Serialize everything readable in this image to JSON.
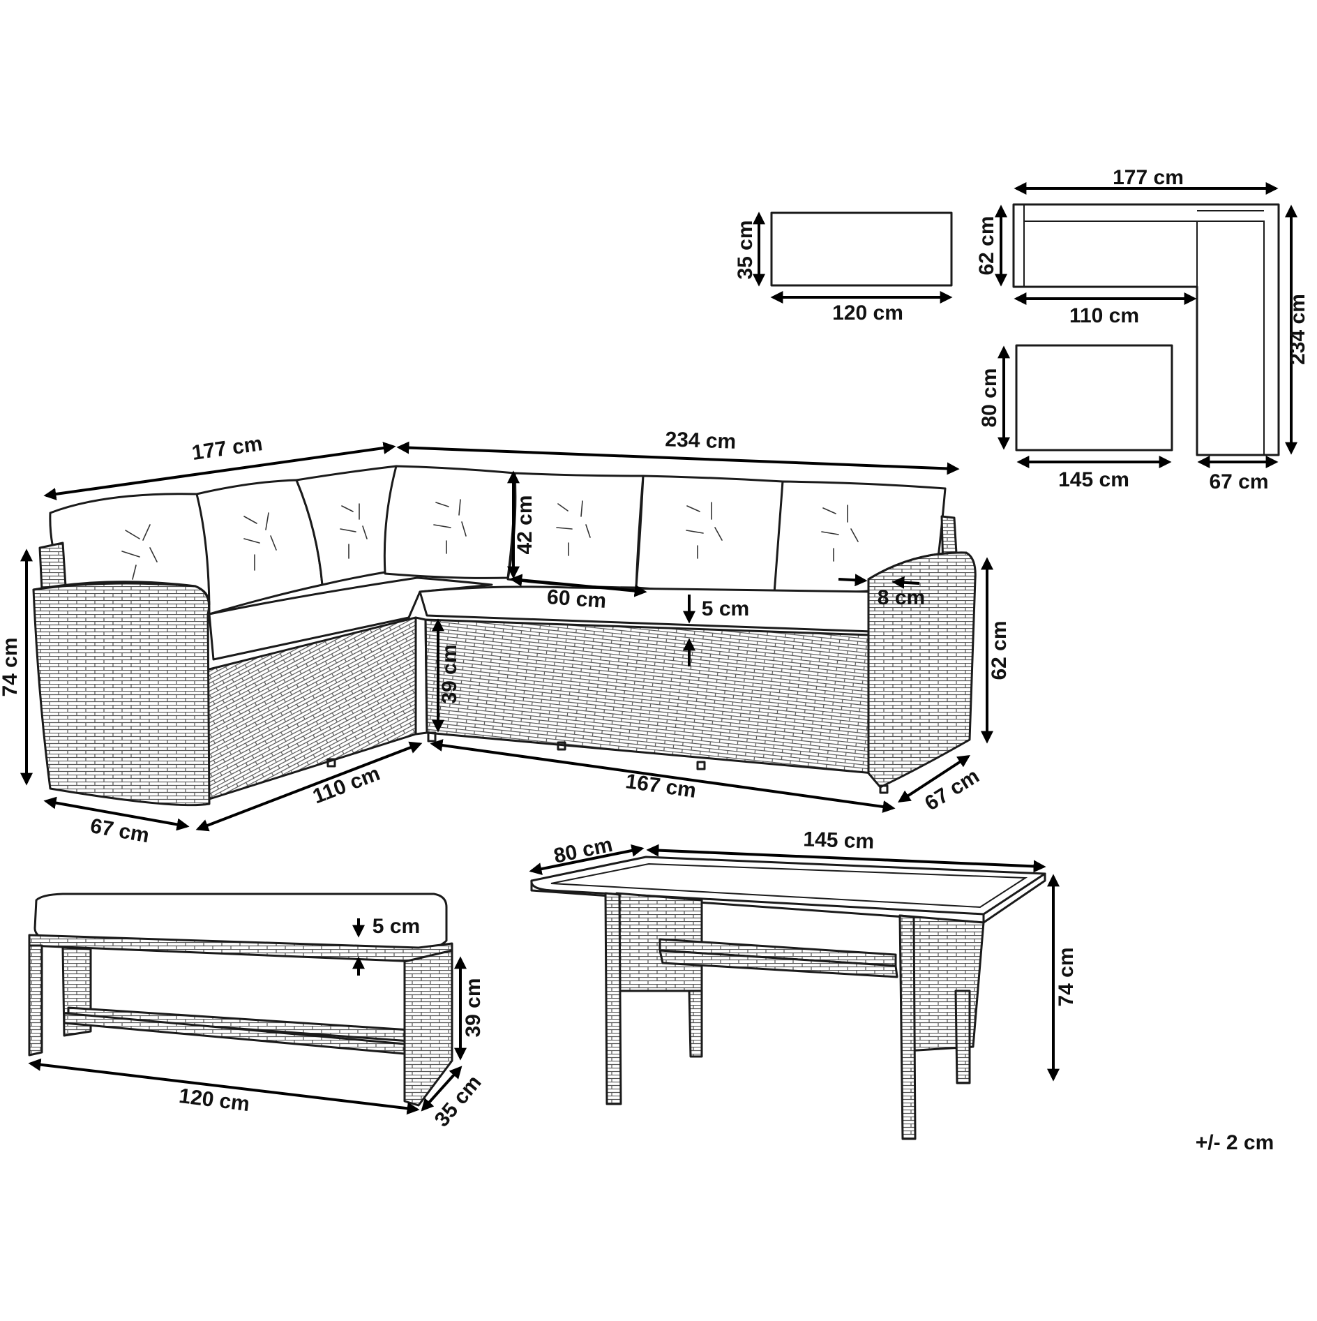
{
  "colors": {
    "line": "#1a1a1a",
    "background": "#ffffff",
    "weave": "#555555"
  },
  "tolerance": "+/- 2 cm",
  "plan_view": {
    "footstool": {
      "depth": "35 cm",
      "width": "120 cm"
    },
    "corner_sofa": {
      "width": "177 cm",
      "depth_short": "62 cm",
      "seat_width": "110 cm",
      "length": "234 cm",
      "depth_long": "67 cm"
    },
    "table": {
      "depth": "80 cm",
      "width": "145 cm"
    }
  },
  "corner_sofa": {
    "short_side_length": "177 cm",
    "long_side_length": "234 cm",
    "total_height": "74 cm",
    "arm_height": "62 cm",
    "backrest_height": "42 cm",
    "cushion_width": "60 cm",
    "cushion_thickness": "5 cm",
    "arm_thickness": "8 cm",
    "seat_height": "39 cm",
    "depth_left": "67 cm",
    "depth_right": "67 cm",
    "base_short": "110 cm",
    "base_long": "167 cm"
  },
  "bench": {
    "cushion_thickness": "5 cm",
    "height": "39 cm",
    "width": "120 cm",
    "depth": "35 cm"
  },
  "dining_table": {
    "depth": "80 cm",
    "width": "145 cm",
    "height": "74 cm"
  }
}
